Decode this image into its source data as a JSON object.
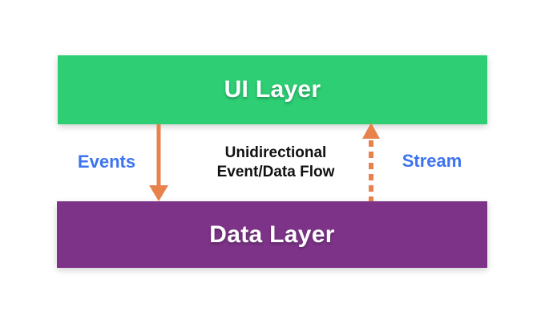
{
  "diagram": {
    "caption": {
      "line1": "Unidirectional",
      "line2": "Event/Data Flow"
    },
    "boxes": {
      "ui": {
        "label": "UI Layer",
        "color": "#2dce74"
      },
      "data": {
        "label": "Data Layer",
        "color": "#7d3387"
      }
    },
    "arrows": {
      "events": {
        "label": "Events",
        "style": "solid",
        "direction": "down",
        "color": "#e8824c"
      },
      "stream": {
        "label": "Stream",
        "style": "dashed",
        "direction": "up",
        "color": "#e8824c"
      }
    },
    "label_color": "#3d73ef"
  }
}
